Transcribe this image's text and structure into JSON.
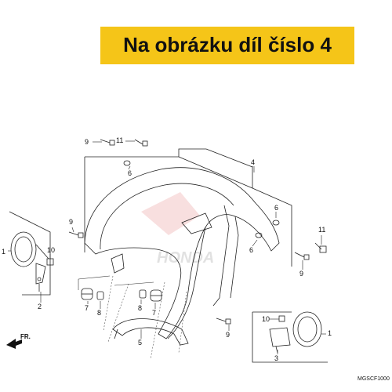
{
  "banner": {
    "text": "Na obrázku díl číslo 4",
    "color": "#f5c518"
  },
  "diagram": {
    "callouts": [
      "1",
      "2",
      "3",
      "4",
      "5",
      "6",
      "7",
      "8",
      "9",
      "10",
      "11"
    ],
    "watermark": "HONDA",
    "direction_label": "FR.",
    "code": "MGSCF1000"
  }
}
